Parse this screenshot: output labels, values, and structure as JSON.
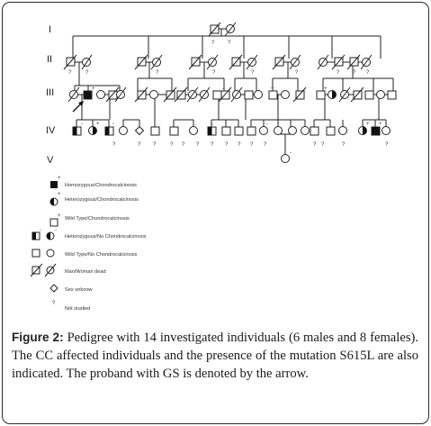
{
  "generations": [
    "I",
    "II",
    "III",
    "IV",
    "V"
  ],
  "marks": {
    "question": "?",
    "plus": "+",
    "minus": "-"
  },
  "legend": [
    {
      "label": "Homozygous/Chondrocalcinosis"
    },
    {
      "label": "Heterozygous/Chondrocalcinosis"
    },
    {
      "label": "Wild Type/Chondrocalcinosis"
    },
    {
      "label": "Heterozygous/No Chondrocalcinosis"
    },
    {
      "label": "Wild Type/No Chondrocalcinosis"
    },
    {
      "label": "Man/Woman dead"
    },
    {
      "label": "Sex unknow"
    },
    {
      "label": "Not studied"
    }
  ],
  "caption": {
    "label": "Figure 2:",
    "text": "Pedigree with 14 investigated individuals (6 males and 8 females). The CC affected individuals and the presence of the mutation S615L are also indicated. The proband with GS is denoted by the arrow."
  },
  "colors": {
    "ink": "#222222",
    "border": "#2a2a2a"
  }
}
